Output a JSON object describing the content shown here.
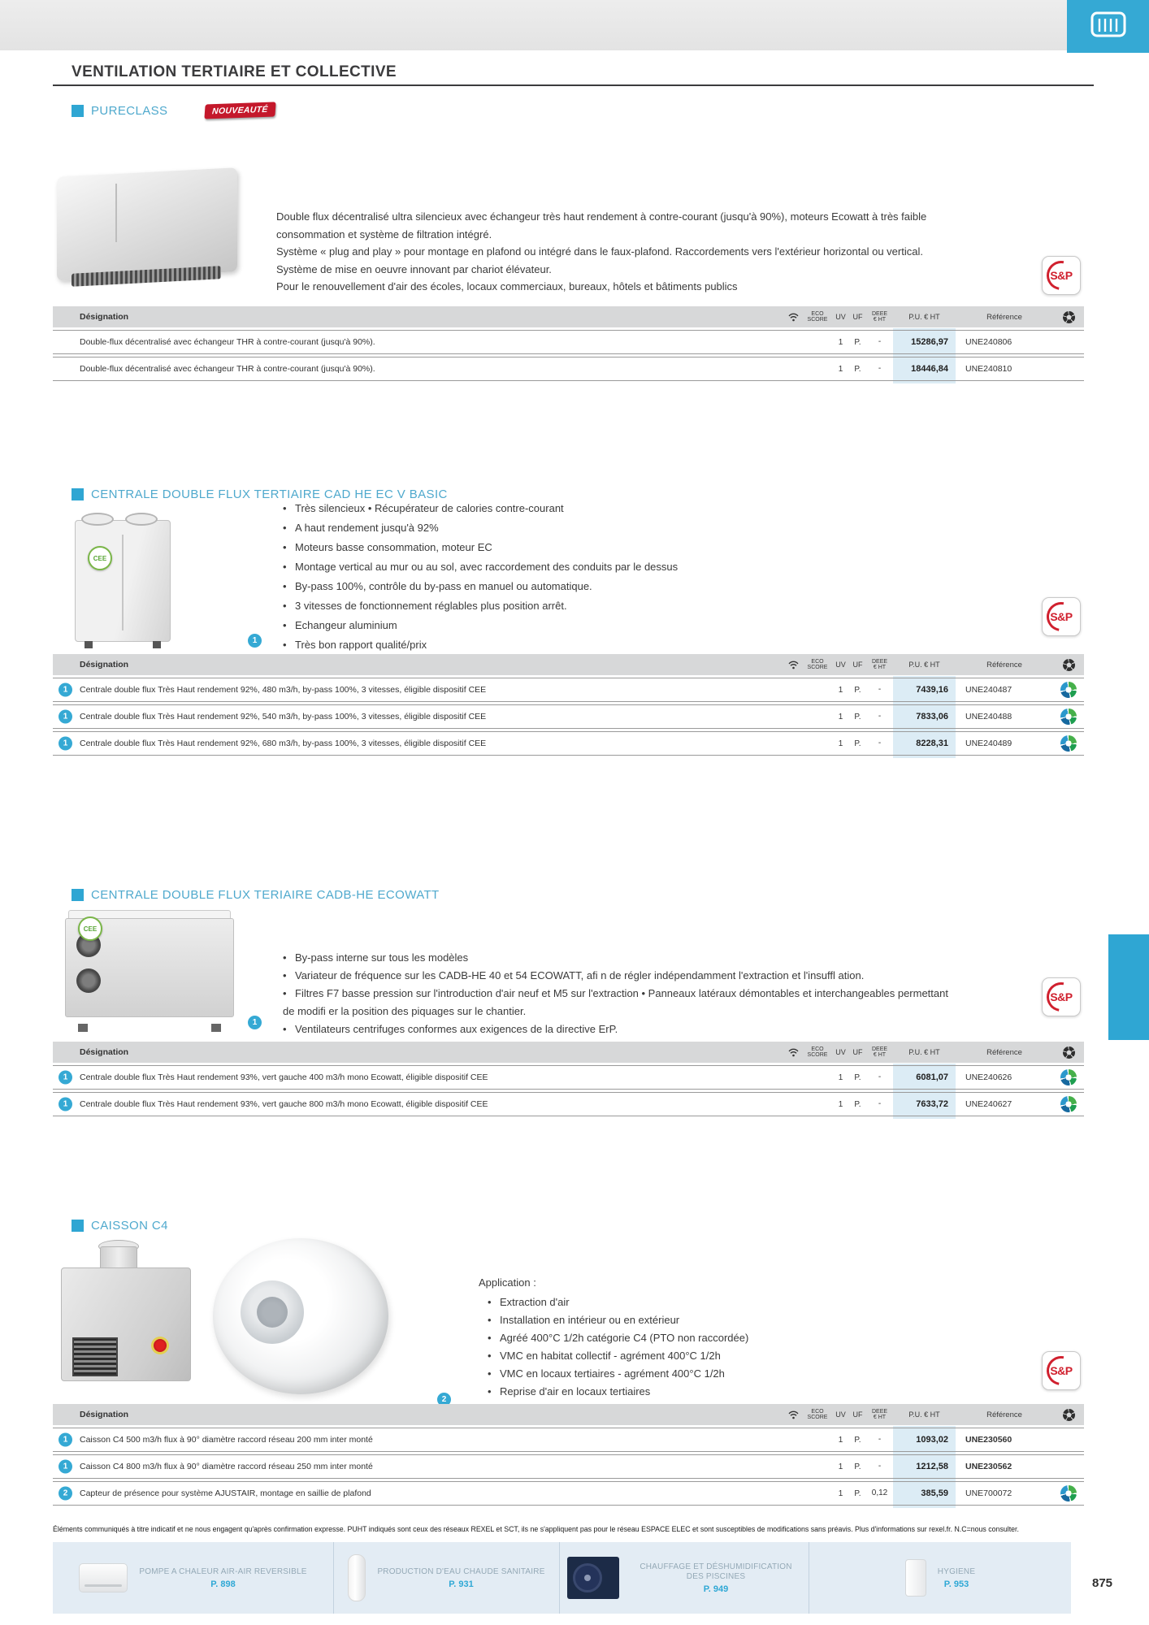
{
  "header": {
    "title": "VENTILATION TERTIAIRE ET COLLECTIVE"
  },
  "brand": "S&P",
  "cee_label": "CEE",
  "table_columns": {
    "designation": "Désignation",
    "eco_line1": "ECO",
    "eco_line2": "SCORE",
    "uv": "UV",
    "uf": "UF",
    "deee_line1": "DEEE",
    "deee_line2": "€ HT",
    "pu": "P.U. € HT",
    "reference": "Référence"
  },
  "sections": [
    {
      "heading": "PURECLASS",
      "badge": "NOUVEAUTÉ",
      "description": [
        "Double flux décentralisé ultra silencieux avec échangeur très haut rendement à contre-courant (jusqu'à 90%), moteurs Ecowatt à très faible",
        "consommation et système de filtration intégré.",
        "Système « plug and play » pour montage en plafond ou intégré dans le faux-plafond. Raccordements vers l'extérieur horizontal ou vertical.",
        "Système de mise en oeuvre innovant par chariot élévateur.",
        "Pour le renouvellement d'air des écoles, locaux commerciaux, bureaux, hôtels et bâtiments publics"
      ],
      "rows": [
        {
          "designation": "Double-flux décentralisé avec échangeur THR à contre-courant (jusqu'à 90%).",
          "uv": "1",
          "uf": "P.",
          "deee": "-",
          "pu": "15286,97",
          "ref": "UNE240806"
        },
        {
          "designation": "Double-flux décentralisé avec échangeur THR à contre-courant (jusqu'à 90%).",
          "uv": "1",
          "uf": "P.",
          "deee": "-",
          "pu": "18446,84",
          "ref": "UNE240810"
        }
      ]
    },
    {
      "heading": "CENTRALE DOUBLE FLUX TERTIAIRE CAD HE EC V BASIC",
      "callout": "1",
      "bullets": [
        "Très silencieux  • Récupérateur de calories contre-courant",
        "A haut rendement jusqu'à 92%",
        "Moteurs basse consommation, moteur EC",
        "Montage vertical au mur ou au sol, avec raccordement des conduits par le dessus",
        "By-pass 100%, contrôle du by-pass en manuel ou automatique.",
        "3 vitesses de fonctionnement réglables plus position arrêt.",
        "Echangeur aluminium",
        "Très bon rapport qualité/prix"
      ],
      "rows": [
        {
          "marker": "1",
          "designation": "Centrale double flux Très Haut rendement 92%, 480 m3/h, by-pass 100%, 3 vitesses, éligible dispositif CEE",
          "uv": "1",
          "uf": "P.",
          "deee": "-",
          "pu": "7439,16",
          "ref": "UNE240487"
        },
        {
          "marker": "1",
          "designation": "Centrale double flux Très Haut rendement 92%, 540 m3/h, by-pass 100%, 3 vitesses, éligible dispositif CEE",
          "uv": "1",
          "uf": "P.",
          "deee": "-",
          "pu": "7833,06",
          "ref": "UNE240488"
        },
        {
          "marker": "1",
          "designation": "Centrale double flux Très Haut rendement 92%, 680 m3/h, by-pass 100%, 3 vitesses, éligible dispositif CEE",
          "uv": "1",
          "uf": "P.",
          "deee": "-",
          "pu": "8228,31",
          "ref": "UNE240489"
        }
      ]
    },
    {
      "heading": "CENTRALE DOUBLE FLUX TERIAIRE CADB-HE ECOWATT",
      "callout": "1",
      "bullets": [
        "By-pass interne sur tous les modèles",
        "Variateur de fréquence sur les CADB-HE 40 et 54 ECOWATT, afi n de régler indépendamment l'extraction et l'insuffl  ation.",
        "Filtres F7 basse pression sur l'introduction d'air neuf et M5 sur l'extraction  • Panneaux latéraux démontables et interchangeables permettant",
        "de modifi er la position des piquages sur le chantier.",
        "Ventilateurs centrifuges conformes aux exigences de la directive ErP."
      ],
      "rows": [
        {
          "marker": "1",
          "designation": "Centrale double flux Très Haut rendement 93%, vert gauche 400 m3/h mono Ecowatt, éligible dispositif CEE",
          "uv": "1",
          "uf": "P.",
          "deee": "-",
          "pu": "6081,07",
          "ref": "UNE240626"
        },
        {
          "marker": "1",
          "designation": "Centrale double flux Très Haut rendement 93%, vert gauche 800 m3/h mono Ecowatt, éligible dispositif CEE",
          "uv": "1",
          "uf": "P.",
          "deee": "-",
          "pu": "7633,72",
          "ref": "UNE240627"
        }
      ]
    },
    {
      "heading": "CAISSON C4",
      "callout": "2",
      "application_label": "Application :",
      "bullets": [
        "Extraction d'air",
        "Installation en intérieur ou en extérieur",
        "Agréé 400°C 1/2h catégorie C4 (PTO non raccordée)",
        "VMC en habitat collectif - agrément 400°C 1/2h",
        "VMC en locaux tertiaires - agrément 400°C 1/2h",
        "Reprise d'air en locaux tertiaires"
      ],
      "rows": [
        {
          "marker": "1",
          "designation": "Caisson C4 500 m3/h flux à 90° diamètre raccord réseau 200 mm inter monté",
          "uv": "1",
          "uf": "P.",
          "deee": "-",
          "pu": "1093,02",
          "ref": "UNE230560"
        },
        {
          "marker": "1",
          "designation": "Caisson C4 800 m3/h flux à 90° diamètre raccord réseau 250 mm inter monté",
          "uv": "1",
          "uf": "P.",
          "deee": "-",
          "pu": "1212,58",
          "ref": "UNE230562"
        },
        {
          "marker": "2",
          "designation": "Capteur de présence pour système AJUSTAIR, montage en saillie de plafond",
          "uv": "1",
          "uf": "P.",
          "deee": "0,12",
          "pu": "385,59",
          "ref": "UNE700072"
        }
      ]
    }
  ],
  "footer": {
    "disclaimer": "Éléments communiqués à titre indicatif et ne nous engagent qu'après confirmation expresse. PUHT indiqués sont ceux des réseaux REXEL et SCT, ils ne s'appliquent pas pour le réseau ESPACE ELEC et sont susceptibles de modifications sans préavis. Plus d'informations sur rexel.fr. N.C=nous consulter.",
    "nav": [
      {
        "label": "POMPE A CHALEUR AIR-AIR REVERSIBLE",
        "page": "P. 898"
      },
      {
        "label": "PRODUCTION D'EAU CHAUDE SANITAIRE",
        "page": "P. 931"
      },
      {
        "label": "CHAUFFAGE ET DÉSHUMIDIFICATION DES PISCINES",
        "page": "P. 949"
      },
      {
        "label": "HYGIENE",
        "page": "P. 953"
      }
    ],
    "page_number": "875"
  }
}
